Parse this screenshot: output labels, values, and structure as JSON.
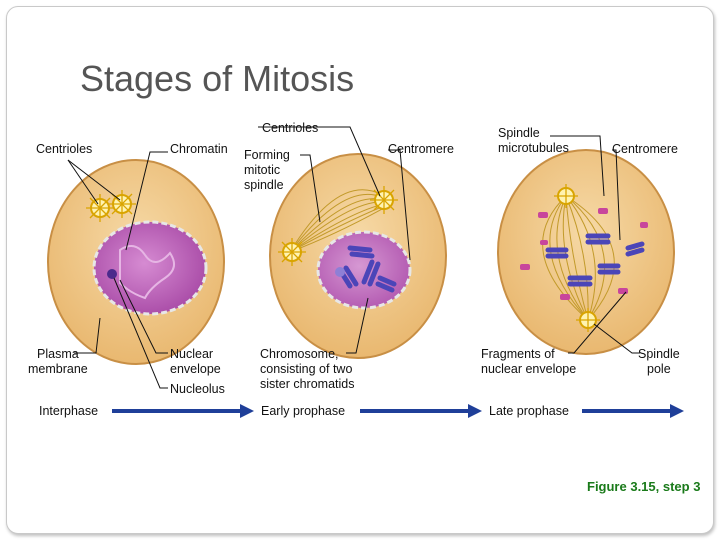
{
  "title": "Stages of Mitosis",
  "labels": {
    "centrioles_left": "Centrioles",
    "chromatin": "Chromatin",
    "centrioles_top": "Centrioles",
    "forming_spindle": "Forming\nmitotic\nspindle",
    "centromere_mid": "Centromere",
    "spindle_microtubules": "Spindle\nmicrotubules",
    "centromere_right": "Centromere",
    "plasma_membrane": "Plasma\nmembrane",
    "nuclear_envelope": "Nuclear\nenvelope",
    "nucleolus": "Nucleolus",
    "chromosome": "Chromosome,\nconsisting of two\nsister chromatids",
    "fragments": "Fragments of\nnuclear envelope",
    "spindle_pole": "Spindle\npole"
  },
  "stages": [
    "Interphase",
    "Early prophase",
    "Late prophase"
  ],
  "figure_caption": "Figure 3.15, step 3",
  "colors": {
    "cell": "#f0c98a",
    "nucleus": "#c86fc4",
    "arrow": "#1f3f99",
    "caption": "#1a7a1a"
  }
}
